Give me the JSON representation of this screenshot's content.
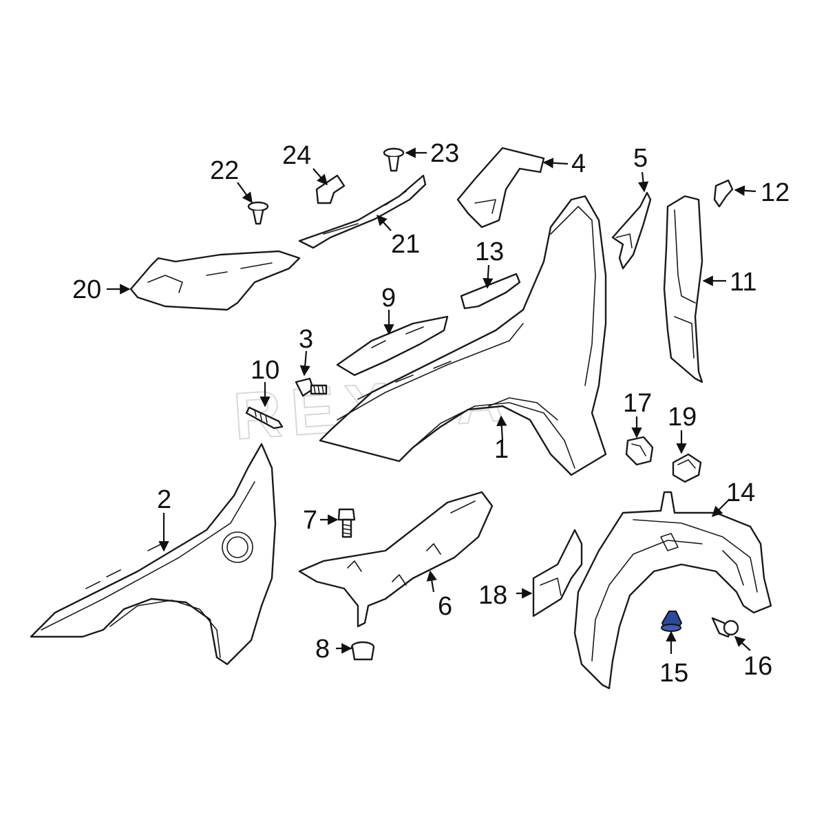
{
  "watermark": "REXKA",
  "highlight_color": "#2b4a9a",
  "callouts": {
    "c1": "1",
    "c2": "2",
    "c3": "3",
    "c4": "4",
    "c5": "5",
    "c6": "6",
    "c7": "7",
    "c8": "8",
    "c9": "9",
    "c10": "10",
    "c11": "11",
    "c12": "12",
    "c13": "13",
    "c14": "14",
    "c15": "15",
    "c16": "16",
    "c17": "17",
    "c18": "18",
    "c19": "19",
    "c20": "20",
    "c21": "21",
    "c22": "22",
    "c23": "23",
    "c24": "24"
  }
}
